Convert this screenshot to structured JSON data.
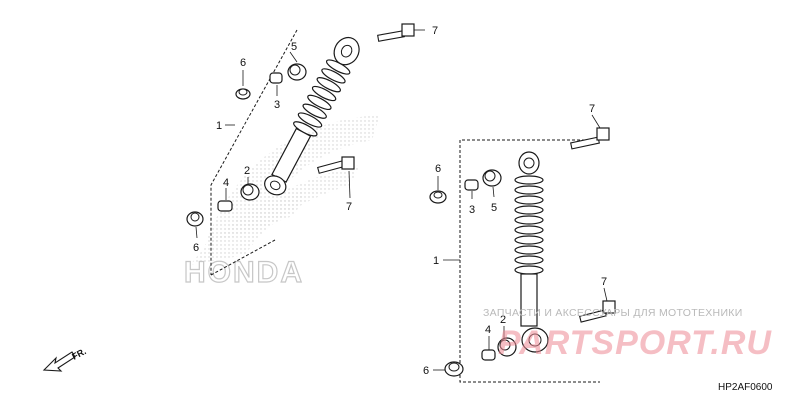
{
  "diagram": {
    "callouts": [
      "1",
      "2",
      "3",
      "4",
      "5",
      "6",
      "7"
    ],
    "direction_label": "FR.",
    "figure_code": "HP2AF0600"
  },
  "watermarks": {
    "brand": "HONDA",
    "site_caption": "ЗАПЧАСТИ И АКСЕССУАРЫ ДЛЯ МОТОТЕХНИКИ",
    "site_name": "PARTSPORT.RU"
  },
  "colors": {
    "line": "#1a1a1a",
    "dots": "#cfcfcf",
    "watermark_red": "#ee8a95"
  }
}
